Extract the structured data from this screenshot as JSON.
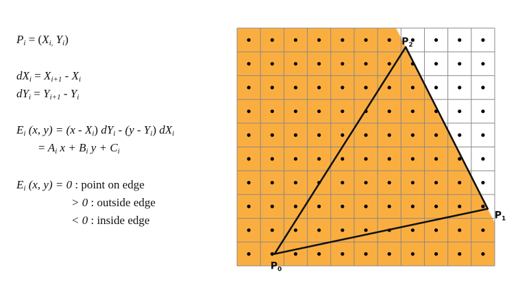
{
  "equations": {
    "p_i": {
      "lhs": "P",
      "lhs_sub": "i",
      "eq": " = (",
      "x": "X",
      "x_sub": "i,",
      "sep": " ",
      "y": "Y",
      "y_sub": "i",
      "close": ")"
    },
    "dx": {
      "d": "dX",
      "d_sub": "i",
      "eq": " = ",
      "a": "X",
      "a_sub": "i+1",
      "minus": " - ",
      "b": "X",
      "b_sub": "i"
    },
    "dy": {
      "d": "dY",
      "d_sub": "i",
      "eq": " = ",
      "a": "Y",
      "a_sub": "i+1",
      "minus": " - ",
      "b": "Y",
      "b_sub": "i"
    },
    "edge": {
      "e": "E",
      "e_sub": "i",
      "args": " (x, y)",
      "eq": "  = (x - ",
      "xi": "X",
      "xi_sub": "i",
      "p1": ") ",
      "dyi": "dY",
      "dyi_sub": "i",
      "mid": "  - (y - ",
      "yi": "Y",
      "yi_sub": "i",
      "p2": ") ",
      "dxi": "dX",
      "dxi_sub": "i"
    },
    "edge_linear": {
      "eq": "= ",
      "a": "A",
      "a_sub": "i",
      "x": " x + ",
      "b": "B",
      "b_sub": "i",
      "y": " y + ",
      "c": "C",
      "c_sub": "i"
    },
    "cases": {
      "lhs_e": "E",
      "lhs_sub": "i",
      "lhs_args": " (x, y) = ",
      "c1_val": "0",
      "c1_text": "  : point on edge",
      "c2_val": "> 0",
      "c2_text": "  : outside edge",
      "c3_val": "< 0",
      "c3_text": "  : inside edge"
    }
  },
  "diagram": {
    "grid_cols": 11,
    "grid_rows": 10,
    "vertices": [
      {
        "name": "P",
        "sub": "0",
        "gx": 1.6,
        "gy": 9.5
      },
      {
        "name": "P",
        "sub": "1",
        "gx": 10.7,
        "gy": 7.6
      },
      {
        "name": "P",
        "sub": "2",
        "gx": 7.2,
        "gy": 0.8
      }
    ],
    "colors": {
      "inside": "#FBAE40",
      "outside": "#FFFFFF",
      "grid": "#888888",
      "edge": "#111111",
      "dot": "#000000"
    }
  }
}
